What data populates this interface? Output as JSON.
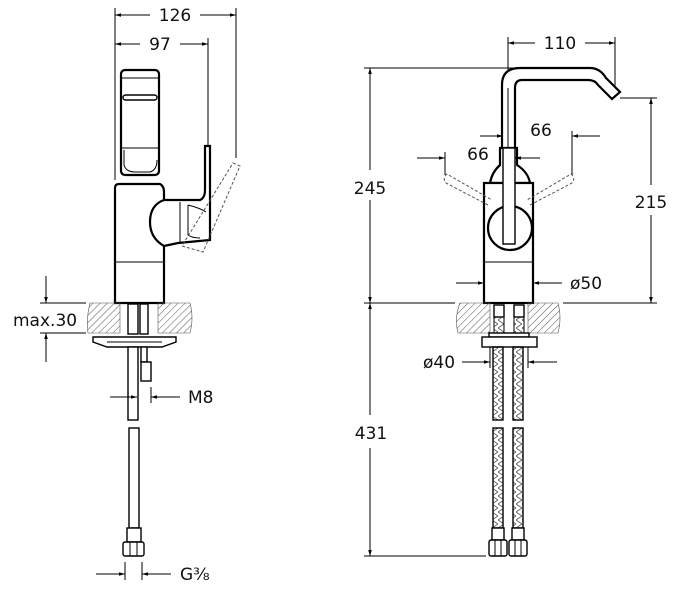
{
  "drawing": {
    "side_view": {
      "overall_depth": "126",
      "spout_depth": "97",
      "max_counter_thickness": "max.30",
      "rod_thread": "M8",
      "hose_connection": "G⅜"
    },
    "front_view": {
      "spout_reach": "110",
      "total_height": "245",
      "spout_outlet_height": "215",
      "lever_swing_left": "66",
      "lever_swing_right": "66",
      "body_diameter": "ø50",
      "hole_diameter": "ø40",
      "hose_length": "431"
    },
    "line_color": "#000000"
  }
}
